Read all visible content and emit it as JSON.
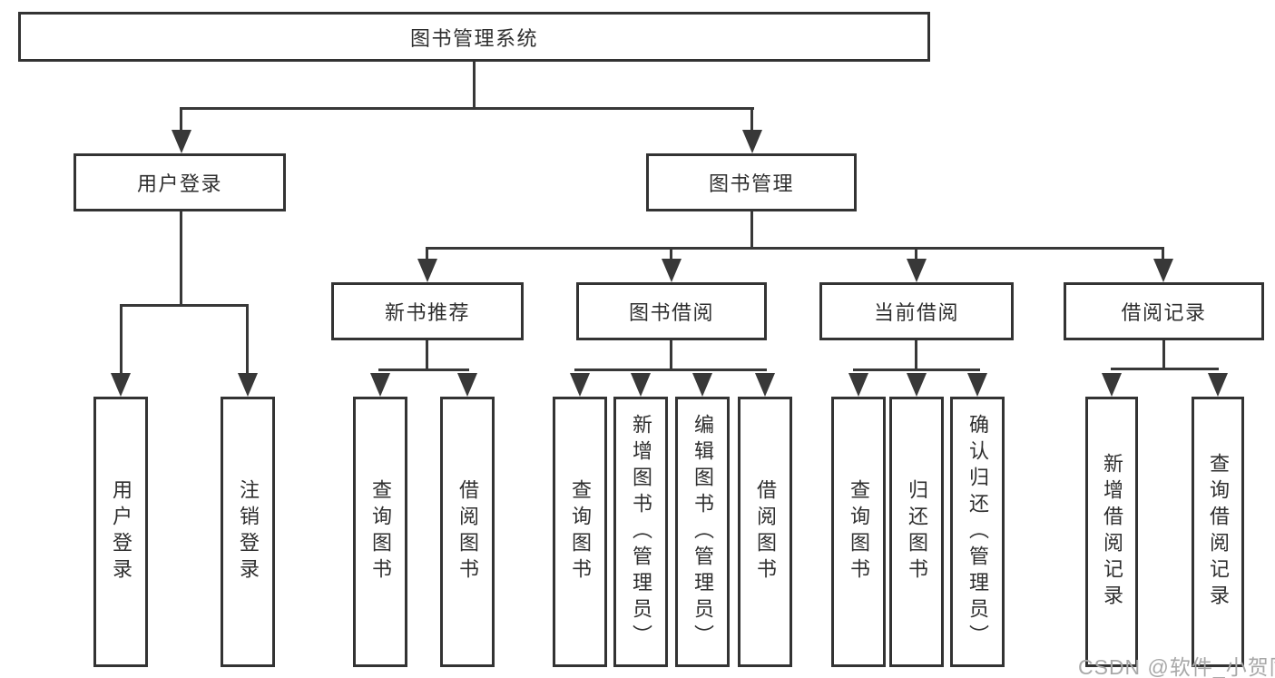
{
  "diagram": {
    "title_node": {
      "label": "图书管理系统"
    },
    "level2": [
      {
        "label": "用户登录"
      },
      {
        "label": "图书管理"
      }
    ],
    "level3": [
      {
        "label": "新书推荐",
        "parent": "图书管理"
      },
      {
        "label": "图书借阅",
        "parent": "图书管理"
      },
      {
        "label": "当前借阅",
        "parent": "图书管理"
      },
      {
        "label": "借阅记录",
        "parent": "图书管理"
      }
    ],
    "level4": [
      {
        "label": "用户登录",
        "parent": "用户登录"
      },
      {
        "label": "注销登录",
        "parent": "用户登录"
      },
      {
        "label": "查询图书",
        "parent": "新书推荐"
      },
      {
        "label": "借阅图书",
        "parent": "新书推荐"
      },
      {
        "label": "查询图书",
        "parent": "图书借阅"
      },
      {
        "label": "新增图书（管理员）",
        "parent": "图书借阅"
      },
      {
        "label": "编辑图书（管理员）",
        "parent": "图书借阅"
      },
      {
        "label": "借阅图书",
        "parent": "图书借阅"
      },
      {
        "label": "查询图书",
        "parent": "当前借阅"
      },
      {
        "label": "归还图书",
        "parent": "当前借阅"
      },
      {
        "label": "确认归还（管理员）",
        "parent": "当前借阅"
      },
      {
        "label": "新增借阅记录",
        "parent": "借阅记录"
      },
      {
        "label": "查询借阅记录",
        "parent": "借阅记录"
      }
    ]
  },
  "watermark": {
    "text": "CSDN @软件_小贺同学"
  },
  "colors": {
    "line": "#383838",
    "box_border": "#333333",
    "text": "#2f2f2f",
    "watermark": "#a8a8a8",
    "background": "#ffffff"
  }
}
